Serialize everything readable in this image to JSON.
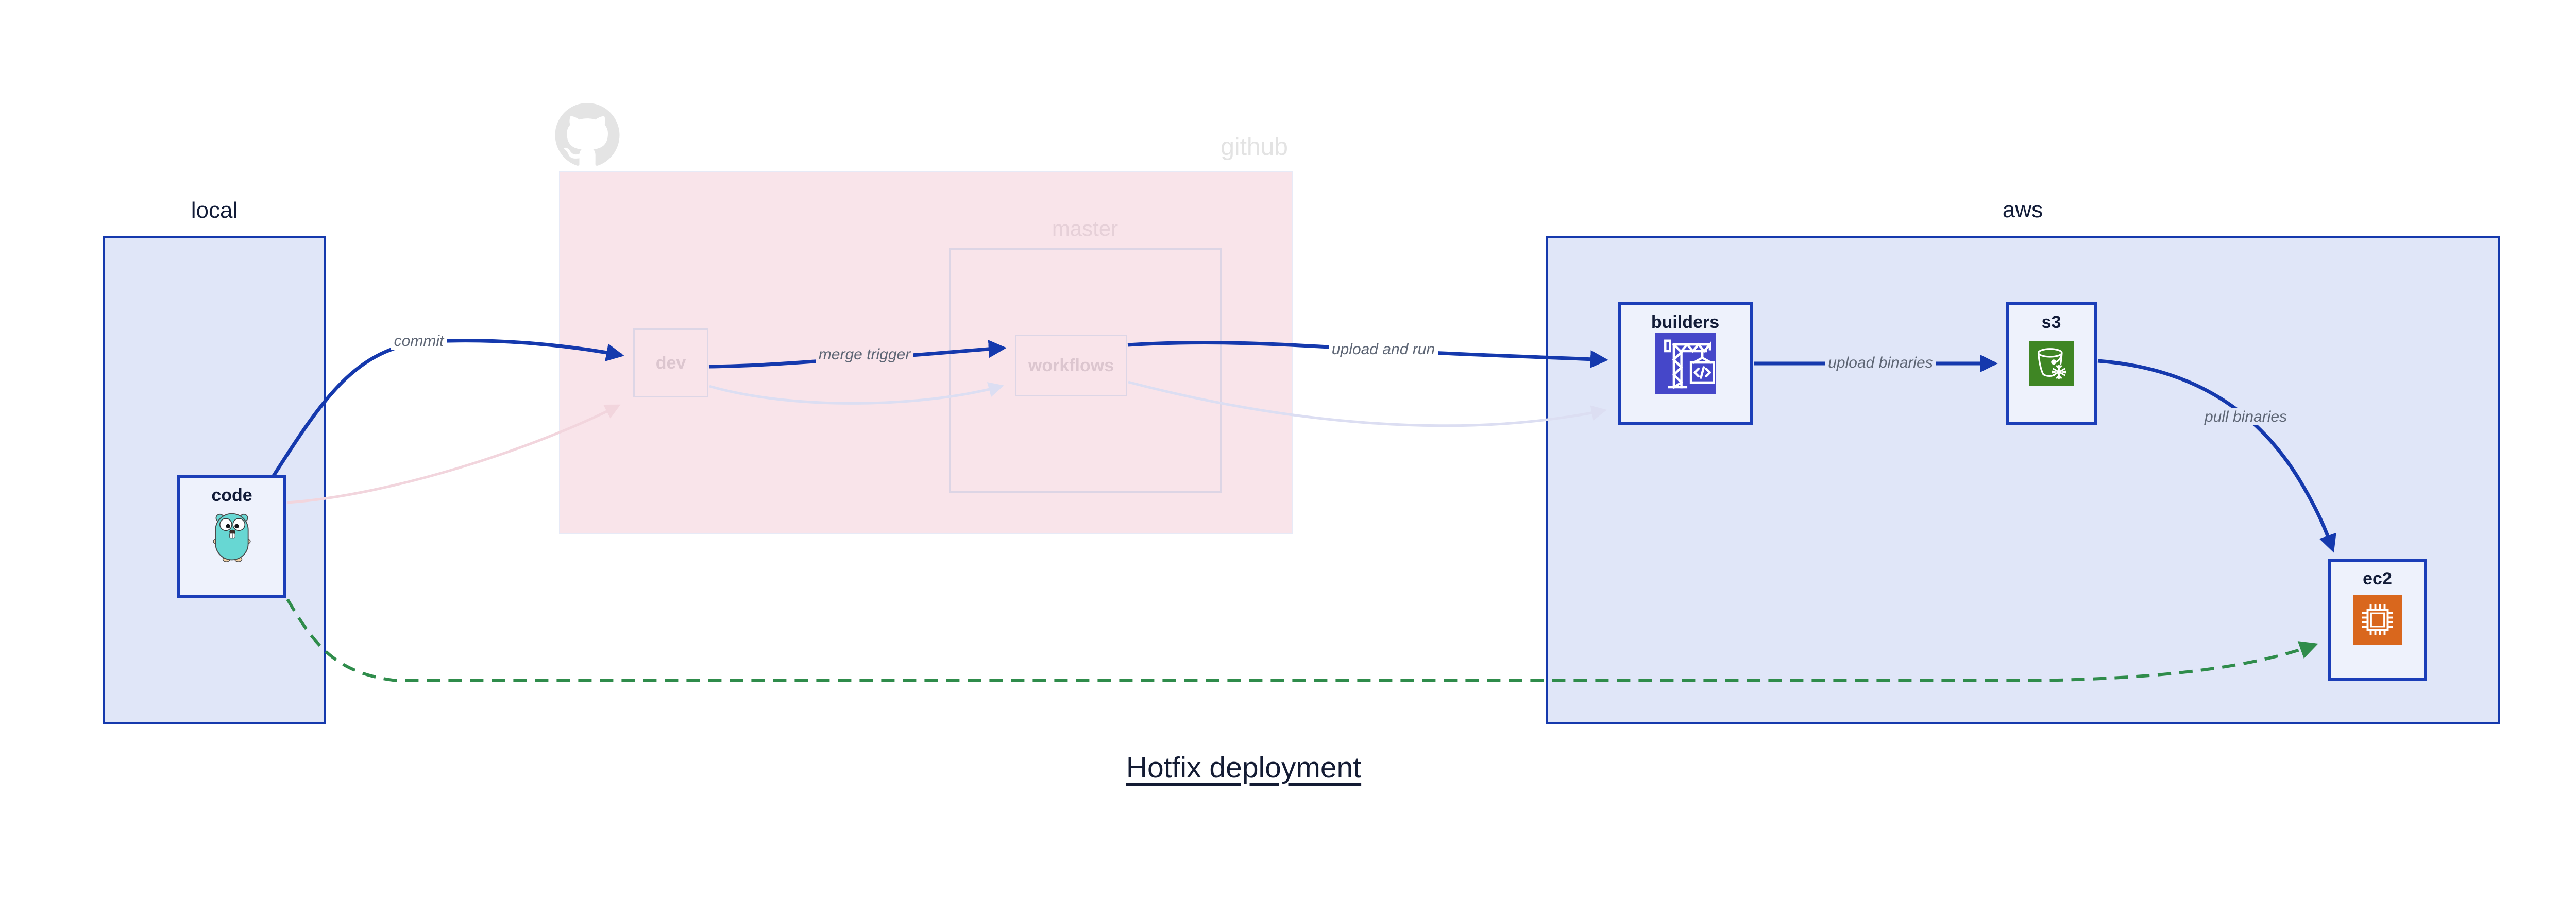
{
  "diagram_title": "Hotfix deployment",
  "regions": {
    "local": {
      "label": "local"
    },
    "github": {
      "label": "github"
    },
    "master": {
      "label": "master"
    },
    "aws": {
      "label": "aws"
    }
  },
  "nodes": {
    "code": {
      "label": "code",
      "icon": "go-gopher-icon"
    },
    "dev": {
      "label": "dev"
    },
    "workflows": {
      "label": "workflows"
    },
    "builders": {
      "label": "builders",
      "icon": "aws-codebuild-crane-icon"
    },
    "s3": {
      "label": "s3",
      "icon": "aws-s3-glacier-bucket-icon"
    },
    "ec2": {
      "label": "ec2",
      "icon": "aws-ec2-chip-icon"
    }
  },
  "edges": {
    "commit": {
      "label": "commit"
    },
    "merge_trigger": {
      "label": "merge trigger"
    },
    "upload_and_run": {
      "label": "upload and run"
    },
    "upload_binaries": {
      "label": "upload binaries"
    },
    "pull_binaries": {
      "label": "pull binaries"
    }
  },
  "colors": {
    "region_border_blue": "#1539ad",
    "region_fill_blue": "#e0e6f8",
    "node_fill": "#eef2fc",
    "node_border_blue": "#1b3eb8",
    "github_region_fill": "#f9e4ea",
    "faded_node_border": "#ddd6e6",
    "faded_node_text": "#dcc6cf",
    "edge_blue": "#1539ad",
    "edge_green_dashed": "#2f8c4b",
    "edge_faded_pink": "#f2d5dd",
    "edge_faded_lavender": "#dcdef2",
    "edge_label_gray": "#5e6675",
    "title_navy": "#131b33",
    "codebuild_indigo": "#4547c9",
    "s3_green": "#3f8624",
    "ec2_orange": "#d9671d",
    "gopher_teal": "#67d7d3",
    "octocat_gray": "#e4e4e4"
  }
}
